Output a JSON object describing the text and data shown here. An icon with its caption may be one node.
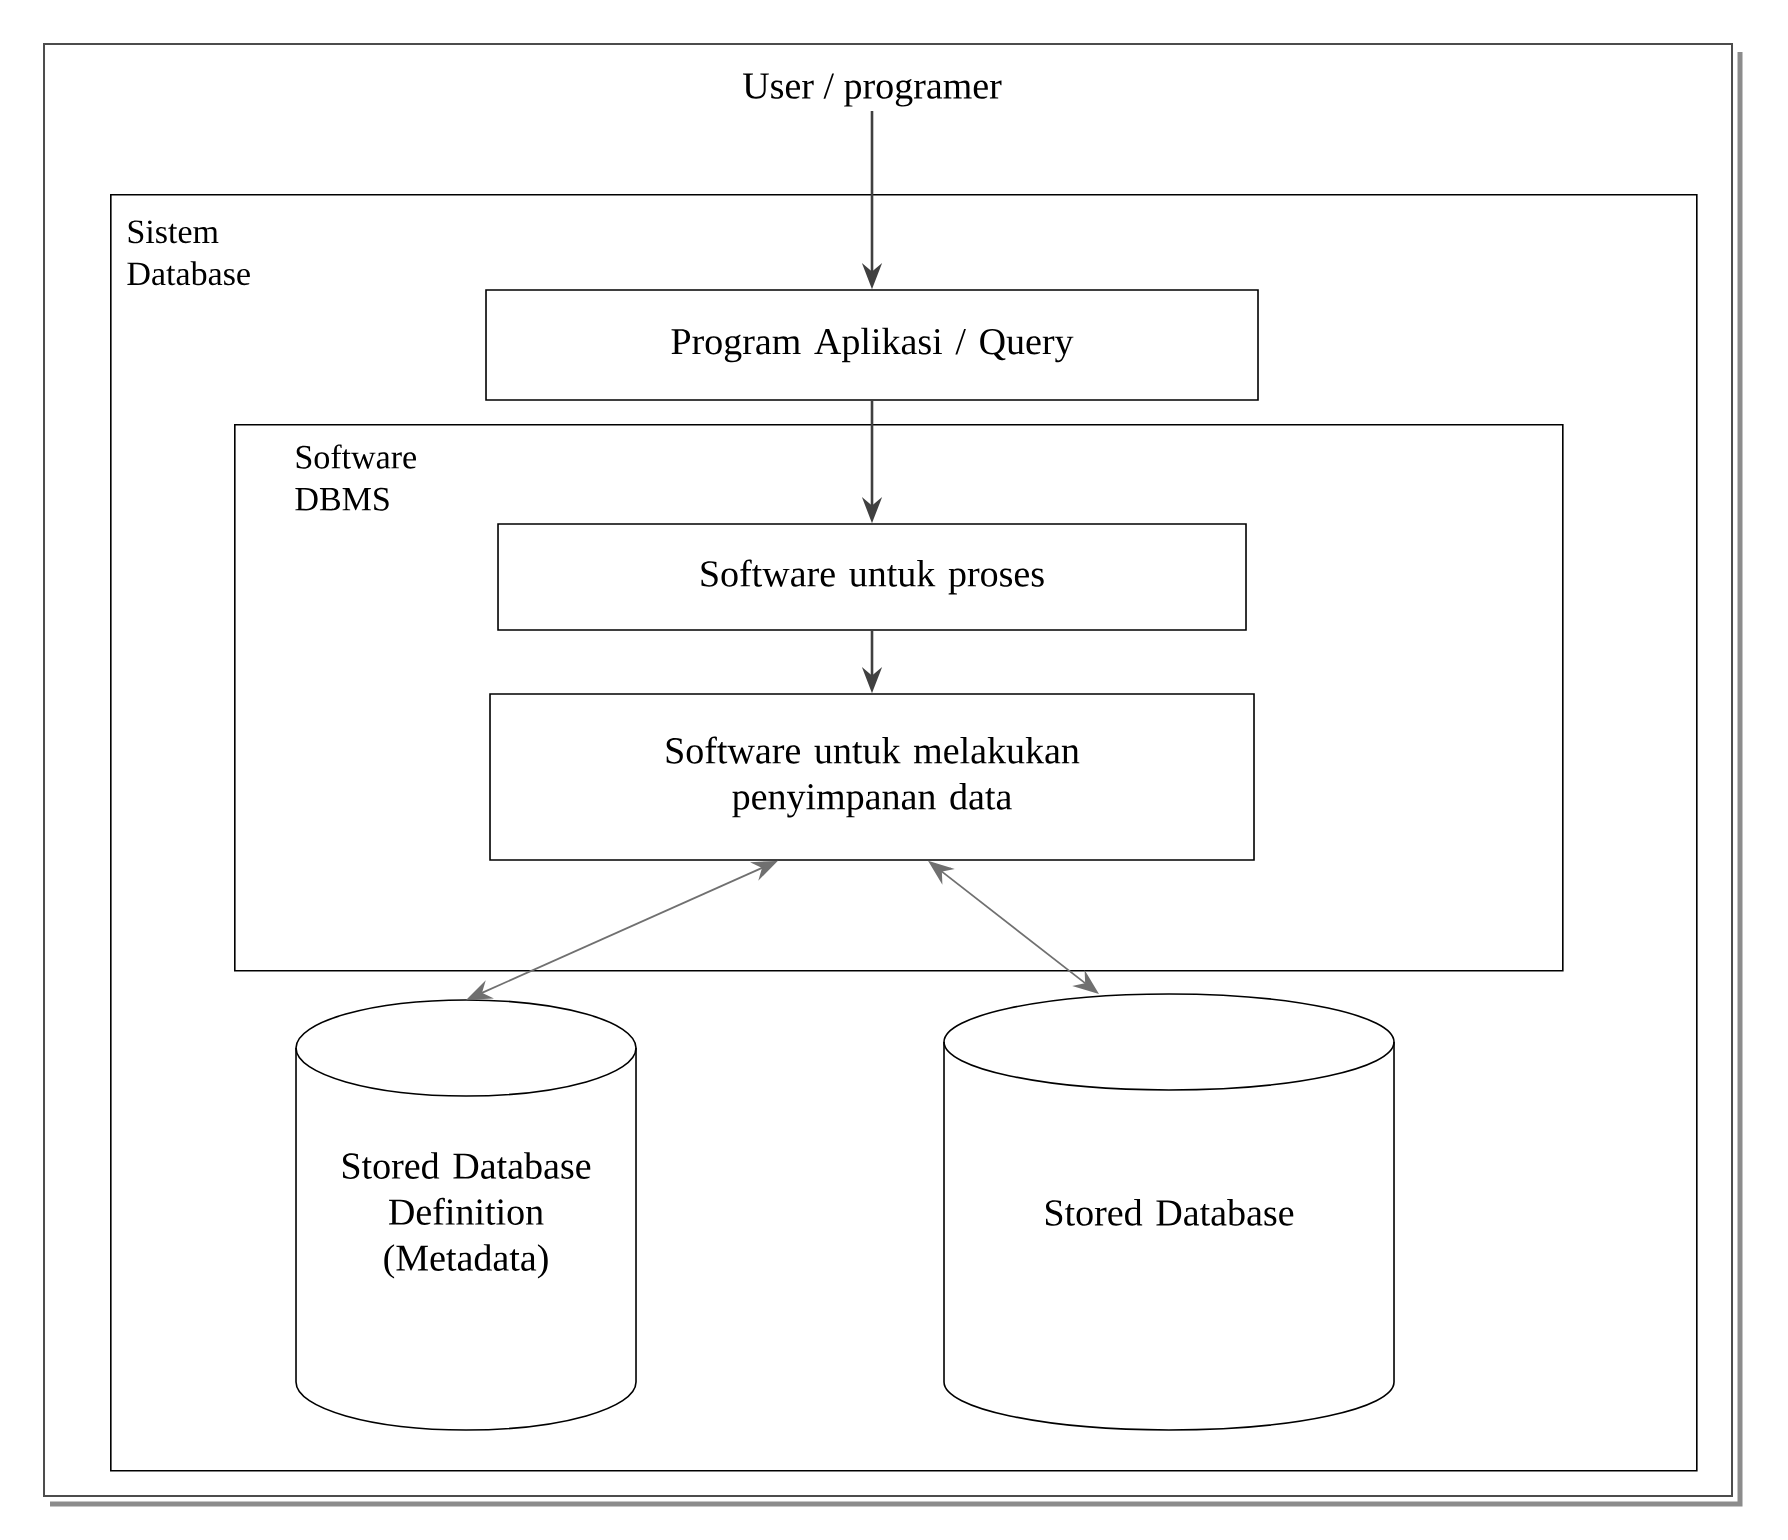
{
  "diagram": {
    "nodes": [
      {
        "text": [
          "User / programer"
        ]
      },
      {
        "text": [
          "Sistem Database"
        ]
      },
      {
        "text": [
          "Program Aplikasi / Query"
        ],
        "in": 1
      },
      {
        "text": [
          "Software DBMS"
        ],
        "in": 1
      },
      {
        "text": [
          "Software untuk proses"
        ],
        "in": 3
      },
      {
        "text": [
          "Software untuk melakukan penyimpanan data"
        ],
        "in": 3
      },
      {
        "text": [
          "Stored Database Definition (Metadata)"
        ],
        "in": 1
      },
      {
        "text": [
          "Stored Database"
        ],
        "in": 1
      }
    ],
    "edges": [
      {
        "from": 0,
        "to": 2,
        "arrow": "to"
      },
      {
        "from": 2,
        "to": 4,
        "arrow": "to"
      },
      {
        "from": 4,
        "to": 5,
        "arrow": "to"
      },
      {
        "from": 5,
        "to": 6,
        "arrow": "both",
        "color": "#707070"
      },
      {
        "from": 5,
        "to": 7,
        "arrow": "both",
        "color": "#707070"
      }
    ]
  }
}
